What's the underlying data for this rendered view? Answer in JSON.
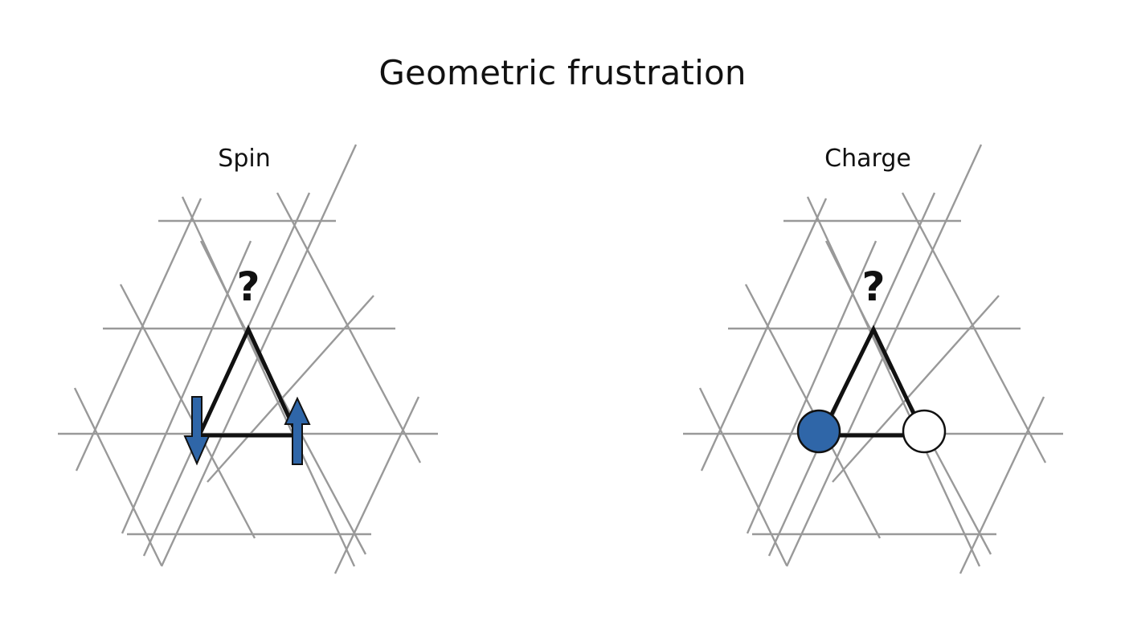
{
  "title": "Geometric frustration",
  "colors": {
    "grid": "#999999",
    "outline": "#111111",
    "accent_blue": "#2f66a8",
    "empty_site": "#ffffff"
  },
  "panels": [
    {
      "id": "spin",
      "label": "Spin",
      "question": "?",
      "markers": [
        "spin-down-arrow",
        "spin-up-arrow"
      ]
    },
    {
      "id": "charge",
      "label": "Charge",
      "question": "?",
      "markers": [
        "filled-charge-site",
        "empty-charge-site"
      ]
    }
  ]
}
